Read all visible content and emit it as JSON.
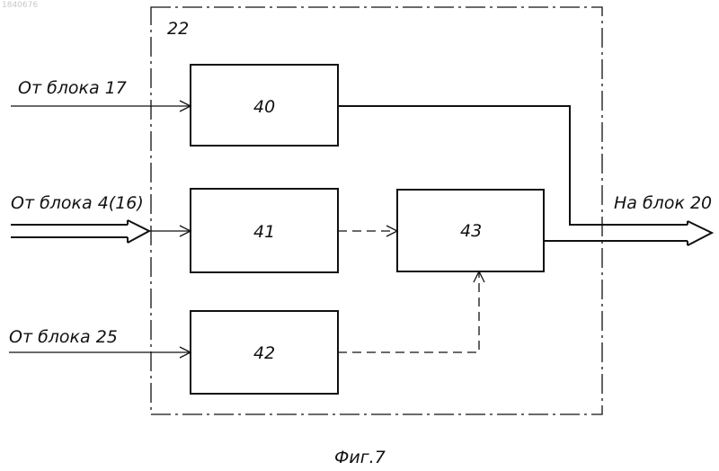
{
  "watermark": "1840676",
  "group_label": "22",
  "blocks": [
    {
      "id": "40",
      "label": "40"
    },
    {
      "id": "41",
      "label": "41"
    },
    {
      "id": "42",
      "label": "42"
    },
    {
      "id": "43",
      "label": "43"
    }
  ],
  "inputs": [
    {
      "label": "От блока 17"
    },
    {
      "label": "От блока 4(16)"
    },
    {
      "label": "От блока 25"
    }
  ],
  "output": {
    "label": "На блок 20"
  },
  "caption": "Фиг.7"
}
